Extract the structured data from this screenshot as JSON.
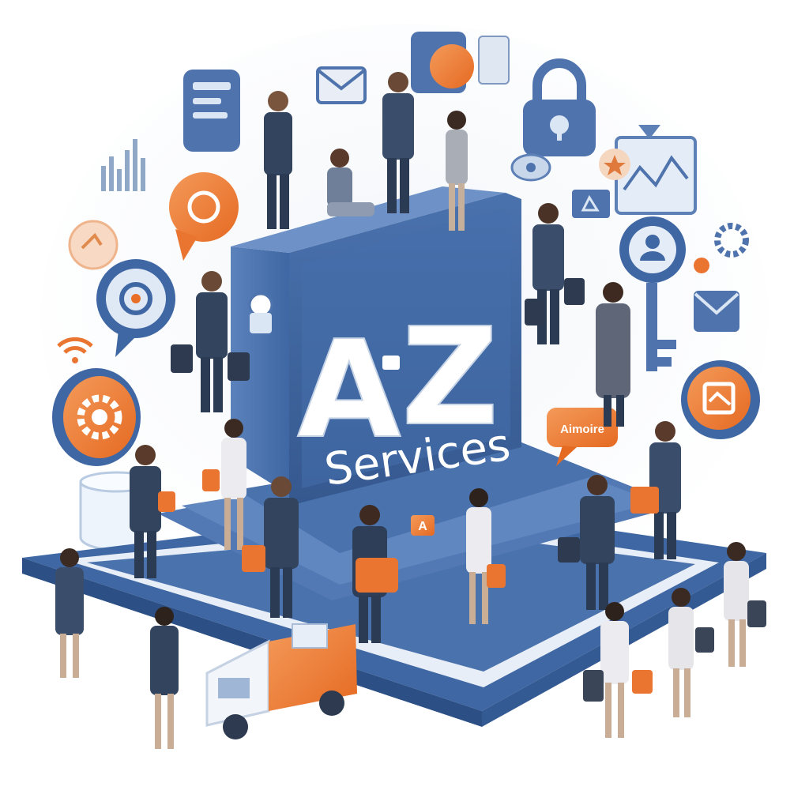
{
  "hero": {
    "title_left": "A",
    "title_right": "Z",
    "subtitle": "Services"
  },
  "bubble": {
    "label": "Aimoire"
  },
  "sign": {
    "label": "A"
  },
  "colors": {
    "brand_blue": "#3f67a3",
    "brand_blue_dark": "#2c4f86",
    "accent_orange": "#ee7a33",
    "suit": "#33445f",
    "background_haze": "#eef2f7"
  },
  "icons": [
    "padlock-icon",
    "gear-icon",
    "envelope-icon",
    "chat-bubble-icon",
    "user-pin-icon",
    "chart-monitor-icon",
    "wifi-icon",
    "key-icon",
    "document-icon",
    "delivery-truck-icon",
    "glass-jar-icon",
    "briefcase-icon"
  ]
}
